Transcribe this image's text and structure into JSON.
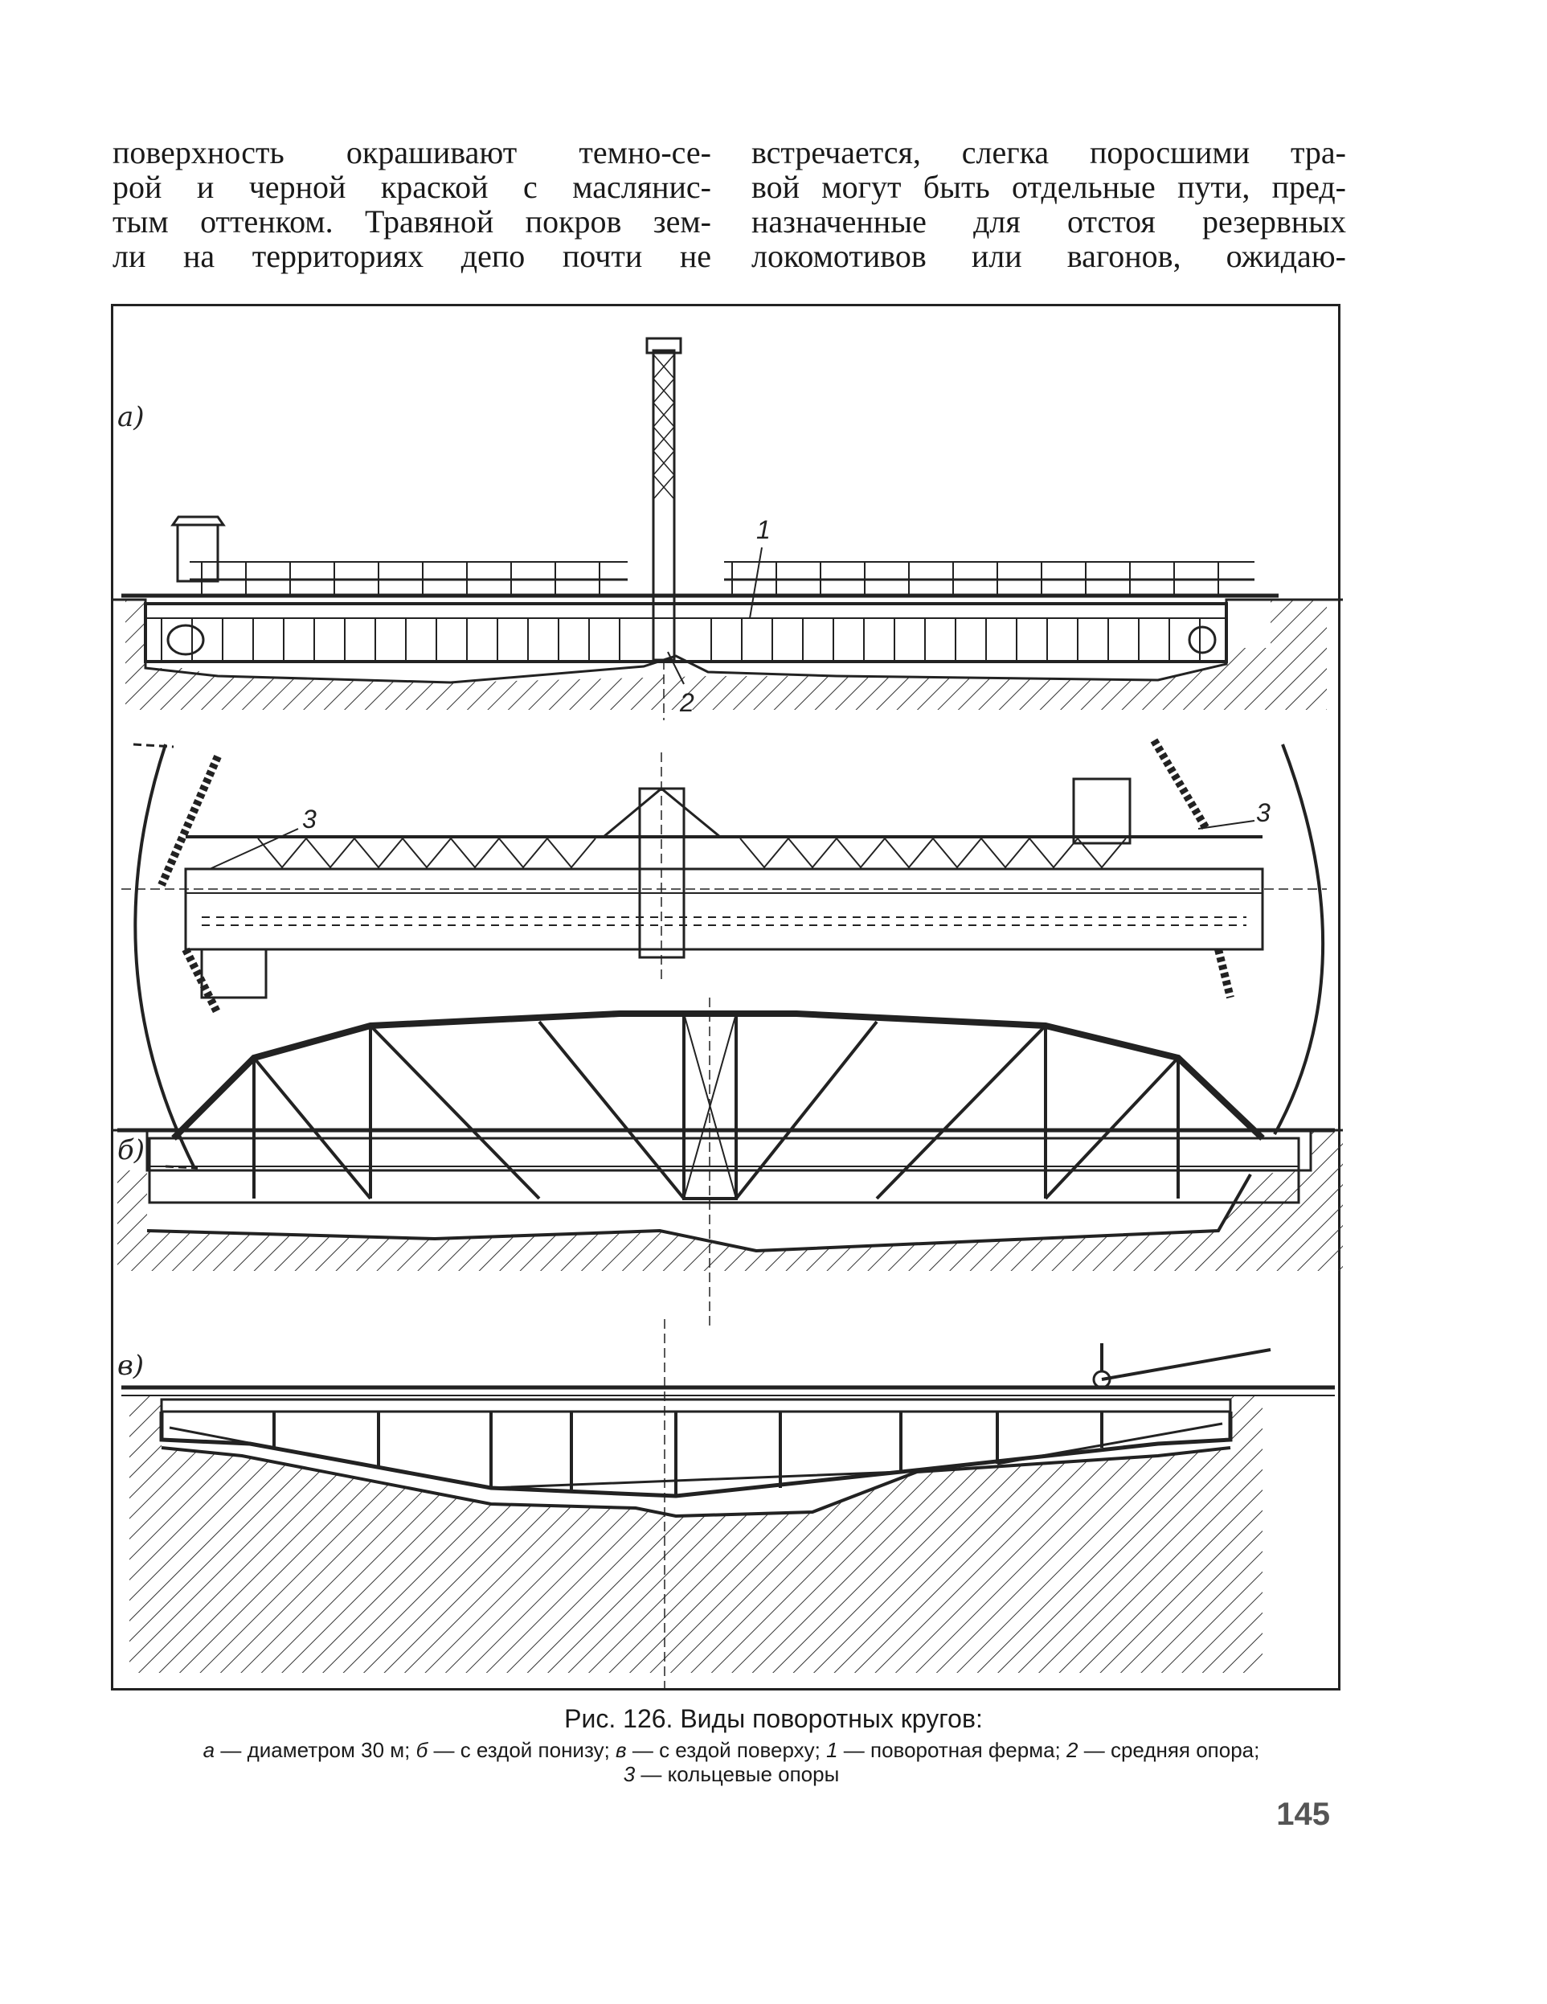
{
  "body_text": {
    "left_column": [
      "поверхность окрашивают темно-се-",
      "рой и черной краской с маслянис-",
      "тым оттенком. Травяной покров зем-",
      "ли на территориях депо почти не"
    ],
    "right_column": [
      "встречается, слегка поросшими тра-",
      "вой могут быть отдельные пути, пред-",
      "назначенные для отстоя резервных",
      "локомотивов или вагонов, ожидаю-"
    ]
  },
  "figure": {
    "panel_labels": {
      "a": "а)",
      "b": "б)",
      "v": "в)"
    },
    "callouts": {
      "c1": "1",
      "c2": "2",
      "c3_left": "3",
      "c3_right": "3"
    },
    "caption_title": "Рис. 126. Виды поворотных кругов:",
    "legend": {
      "a_key": "а",
      "a_text": "— диаметром 30 м;",
      "b_key": "б",
      "b_text": "— с ездой понизу;",
      "v_key": "в",
      "v_text": "— с ездой поверху;",
      "k1": "1",
      "t1": "— поворотная ферма;",
      "k2": "2",
      "t2": "— средняя опора;",
      "k3": "3",
      "t3": "— кольцевые опоры"
    }
  },
  "page_number": "145"
}
